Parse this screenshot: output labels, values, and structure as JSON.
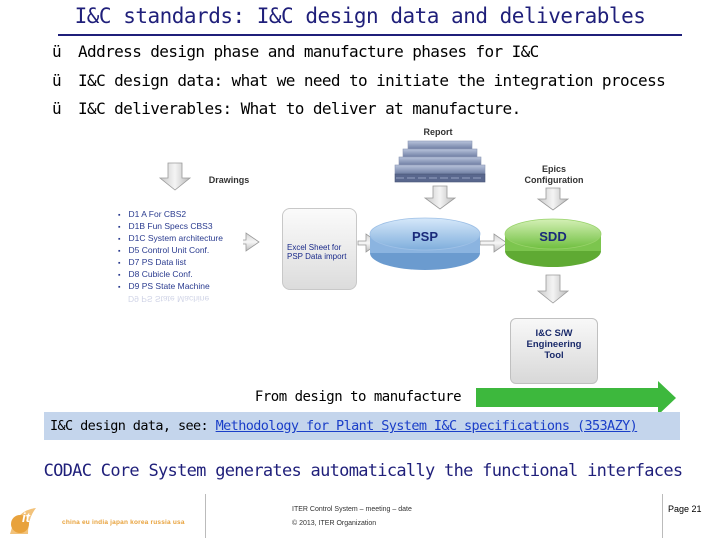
{
  "title": "I&C standards: I&C design data and deliverables",
  "bullets": [
    "Address design phase and manufacture phases for I&C",
    "I&C design data: what we need to initiate the integration process",
    "I&C deliverables: What to deliver at manufacture."
  ],
  "check_symbol": "ü",
  "diagram": {
    "report_label": "Report",
    "drawings_label": "Drawings",
    "epics_label_1": "Epics",
    "epics_label_2": "Configuration",
    "documents": [
      "D1 A For CBS2",
      "D1B Fun Specs CBS3",
      "D1C System architecture",
      "D5 Control Unit Conf.",
      "D7 PS Data list",
      "D8 Cubicle Conf.",
      "D9 PS State Machine"
    ],
    "reflection_text": "D9 PS State Machine",
    "excel_line_1": "Excel Sheet for",
    "excel_line_2": "PSP Data import",
    "psp_label": "PSP",
    "sdd_label": "SDD",
    "tool_line_1": "I&C S/W",
    "tool_line_2": "Engineering",
    "tool_line_3": "Tool"
  },
  "banner_text": "From design to manufacture",
  "reference": {
    "prefix": "I&C design data, see: ",
    "link": "Methodology for Plant System I&C specifications (353AZY)"
  },
  "codac_text": "CODAC Core System generates automatically the functional interfaces",
  "footer": {
    "logo_text": "iter",
    "countries": "china eu india japan korea russia usa",
    "meeting": "ITER Control System – meeting – date",
    "copyright": "© 2013, ITER Organization",
    "page": "Page 21"
  },
  "colors": {
    "title": "#1f1f7a",
    "banner": "#3db83d",
    "reference_bg": "#c4d5ec",
    "psp_disk": "#9ec0e6",
    "sdd_disk": "#98d26a",
    "logo": "#e8a23c"
  }
}
